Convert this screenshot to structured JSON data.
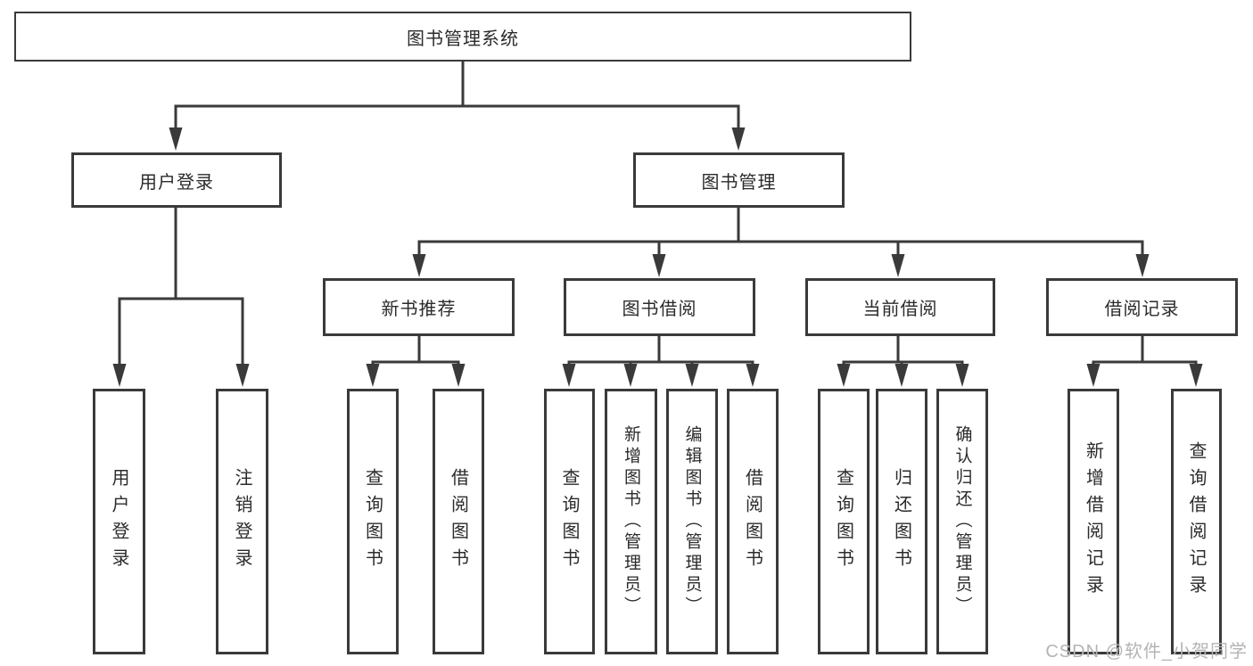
{
  "colors": {
    "line": "#3a3a3a",
    "text": "#2b2b2b",
    "background": "#ffffff",
    "watermark": "#b4b4b4"
  },
  "root": {
    "label": "图书管理系统"
  },
  "level2": {
    "user_login": {
      "label": "用户登录"
    },
    "book_management": {
      "label": "图书管理"
    }
  },
  "level3": {
    "new_book_recommend": {
      "label": "新书推荐"
    },
    "book_borrow": {
      "label": "图书借阅"
    },
    "current_borrow": {
      "label": "当前借阅"
    },
    "borrow_records": {
      "label": "借阅记录"
    }
  },
  "leaves": [
    {
      "label": "用户登录"
    },
    {
      "label": "注销登录"
    },
    {
      "label": "查询图书"
    },
    {
      "label": "借阅图书"
    },
    {
      "label": "查询图书"
    },
    {
      "label": "新增图书（管理员）"
    },
    {
      "label": "编辑图书（管理员）"
    },
    {
      "label": "借阅图书"
    },
    {
      "label": "查询图书"
    },
    {
      "label": "归还图书"
    },
    {
      "label": "确认归还（管理员）"
    },
    {
      "label": "新增借阅记录"
    },
    {
      "label": "查询借阅记录"
    }
  ],
  "watermark": {
    "text": "CSDN @软件_小贺同学"
  }
}
